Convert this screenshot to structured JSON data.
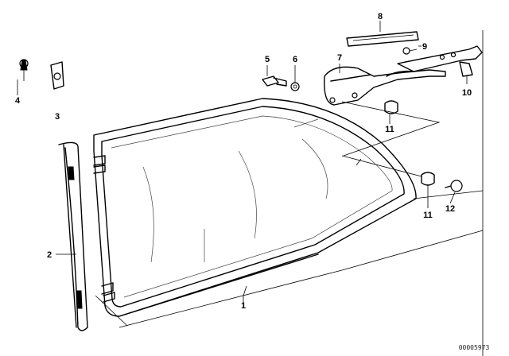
{
  "diagram": {
    "callouts": [
      {
        "id": "c1",
        "label": "1"
      },
      {
        "id": "c2",
        "label": "2"
      },
      {
        "id": "c3",
        "label": "3"
      },
      {
        "id": "c4",
        "label": "4"
      },
      {
        "id": "c5",
        "label": "5"
      },
      {
        "id": "c6",
        "label": "6"
      },
      {
        "id": "c7",
        "label": "7"
      },
      {
        "id": "c8",
        "label": "8"
      },
      {
        "id": "c9",
        "label": "9"
      },
      {
        "id": "c10",
        "label": "10"
      },
      {
        "id": "c11a",
        "label": "11"
      },
      {
        "id": "c11b",
        "label": "11"
      },
      {
        "id": "c12",
        "label": "12"
      }
    ],
    "footer_code": "00005973"
  }
}
